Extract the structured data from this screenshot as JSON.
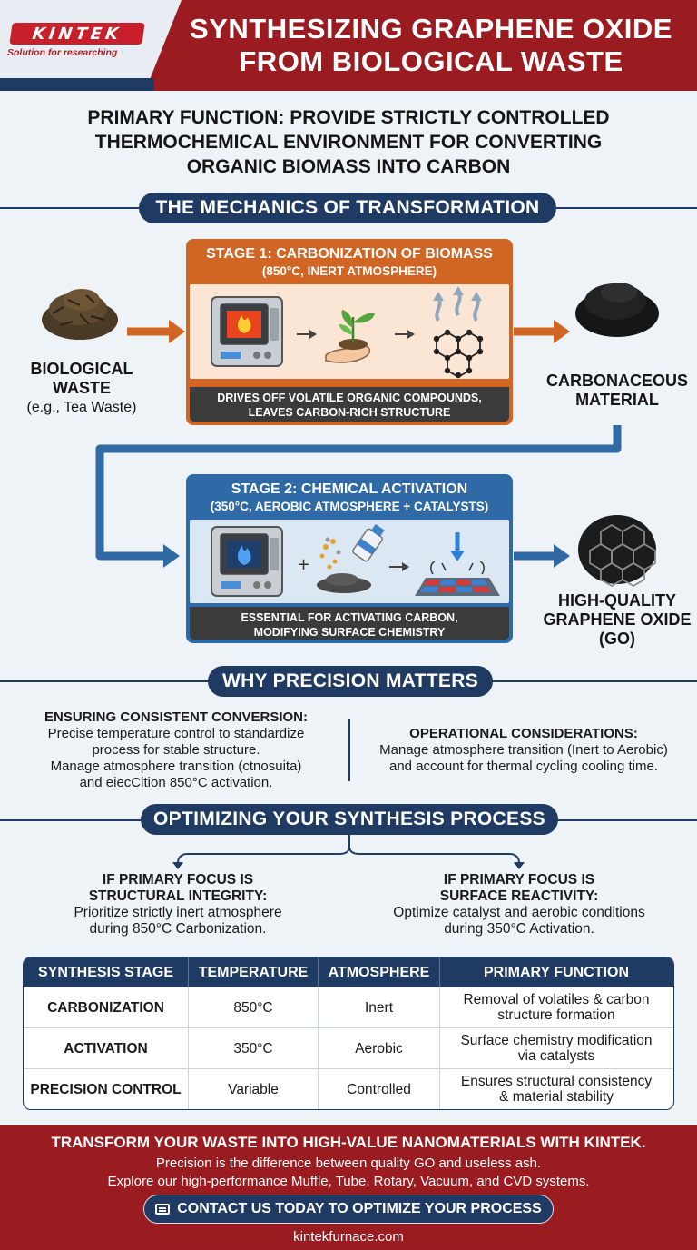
{
  "header": {
    "logo_text": "KINTEK",
    "logo_tagline": "Solution for researching",
    "title_line1": "SYNTHESIZING GRAPHENE OXIDE",
    "title_line2": "FROM BIOLOGICAL WASTE",
    "brand_color": "#9b1c20",
    "navy_color": "#1f3b63"
  },
  "primary": {
    "line1": "PRIMARY FUNCTION: PROVIDE STRICTLY CONTROLLED",
    "line2": "THERMOCHEMICAL ENVIRONMENT FOR CONVERTING",
    "line3": "ORGANIC BIOMASS INTO CARBON"
  },
  "mechanics": {
    "banner": "THE MECHANICS OF TRANSFORMATION",
    "input_label_1": "BIOLOGICAL",
    "input_label_2": "WASTE",
    "input_example": "(e.g., Tea Waste)",
    "intermediate_1": "CARBONACEOUS",
    "intermediate_2": "MATERIAL",
    "output_1": "HIGH-QUALITY",
    "output_2": "GRAPHENE OXIDE",
    "output_3": "(GO)",
    "stage1": {
      "title": "STAGE 1: CARBONIZATION OF BIOMASS",
      "subtitle": "(850°C, INERT ATMOSPHERE)",
      "note_1": "DRIVES OFF VOLATILE ORGANIC COMPOUNDS,",
      "note_2": "LEAVES CARBON-RICH STRUCTURE",
      "color": "#d06524",
      "icons": [
        "furnace-icon",
        "plant-hand-icon",
        "carbon-lattice-icon"
      ]
    },
    "stage2": {
      "title": "STAGE 2: CHEMICAL ACTIVATION",
      "subtitle": "(350°C, AEROBIC ATMOSPHERE + CATALYSTS)",
      "note_1": "ESSENTIAL FOR ACTIVATING CARBON,",
      "note_2": "MODIFYING SURFACE CHEMISTRY",
      "color": "#2f6aa6",
      "icons": [
        "furnace-icon",
        "catalyst-icon",
        "surface-grid-icon"
      ]
    }
  },
  "why": {
    "banner": "WHY PRECISION MATTERS",
    "left_heading": "ENSURING CONSISTENT CONVERSION:",
    "left_1": "Precise temperature control to standardize",
    "left_2": "process for stable structure.",
    "left_3": "Manage atmosphere transition (ctnosuita)",
    "left_4": "and eiecCition 850°C activation.",
    "right_heading": "OPERATIONAL CONSIDERATIONS:",
    "right_1": "Manage atmosphere transition (Inert to Aerobic)",
    "right_2": "and account for thermal cycling cooling time."
  },
  "optimize": {
    "banner": "OPTIMIZING YOUR SYNTHESIS PROCESS",
    "left_h1": "IF PRIMARY FOCUS IS",
    "left_h2": "STRUCTURAL INTEGRITY:",
    "left_1": "Prioritize strictly inert atmosphere",
    "left_2": "during 850°C Carbonization.",
    "right_h1": "IF PRIMARY FOCUS IS",
    "right_h2": "SURFACE REACTIVITY:",
    "right_1": "Optimize catalyst and aerobic conditions",
    "right_2": "during 350°C Activation."
  },
  "table": {
    "headers": [
      "SYNTHESIS STAGE",
      "TEMPERATURE",
      "ATMOSPHERE",
      "PRIMARY FUNCTION"
    ],
    "rows": [
      {
        "stage": "CARBONIZATION",
        "temp": "850°C",
        "atm": "Inert",
        "func_1": "Removal of volatiles & carbon",
        "func_2": "structure formation"
      },
      {
        "stage": "ACTIVATION",
        "temp": "350°C",
        "atm": "Aerobic",
        "func_1": "Surface chemistry modification",
        "func_2": "via catalysts"
      },
      {
        "stage": "PRECISION CONTROL",
        "temp": "Variable",
        "atm": "Controlled",
        "func_1": "Ensures structural consistency",
        "func_2": "& material stability"
      }
    ]
  },
  "footer": {
    "heading": "TRANSFORM YOUR WASTE INTO HIGH-VALUE NANOMATERIALS WITH KINTEK.",
    "line1": "Precision is the difference between quality GO and useless ash.",
    "line2": "Explore our high-performance Muffle, Tube, Rotary, Vacuum, and CVD systems.",
    "cta": "CONTACT US TODAY TO OPTIMIZE YOUR PROCESS",
    "website": "kintekfurnace.com"
  }
}
